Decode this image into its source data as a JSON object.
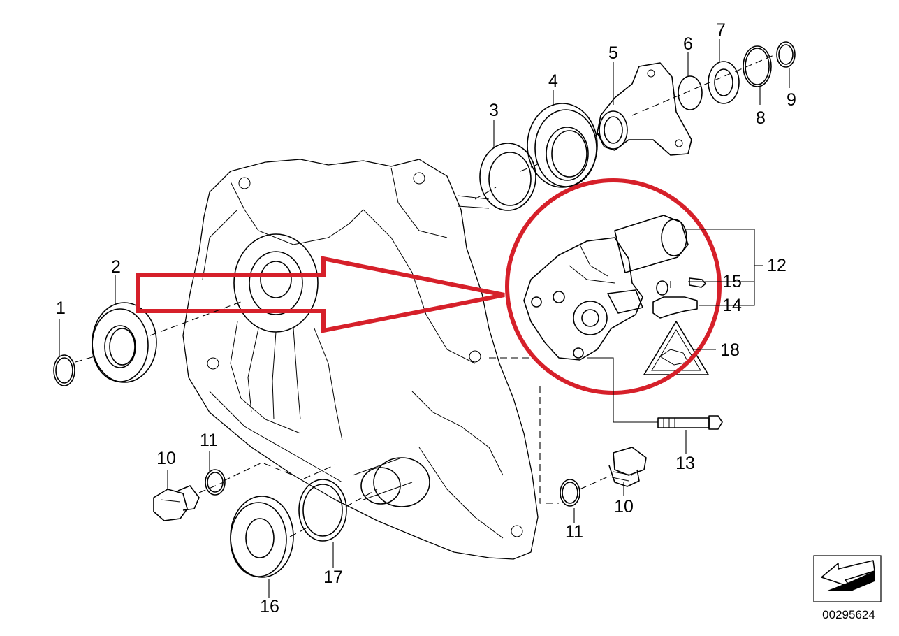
{
  "diagram": {
    "reference_code": "00295624",
    "highlight_color": "#d6202a",
    "callouts": {
      "c1": "1",
      "c2": "2",
      "c3": "3",
      "c4": "4",
      "c5": "5",
      "c6": "6",
      "c7": "7",
      "c8": "8",
      "c9": "9",
      "c10a": "10",
      "c10b": "10",
      "c11a": "11",
      "c11b": "11",
      "c12": "12",
      "c13": "13",
      "c14": "14",
      "c15": "15",
      "c16": "16",
      "c17": "17",
      "c18": "18"
    }
  }
}
